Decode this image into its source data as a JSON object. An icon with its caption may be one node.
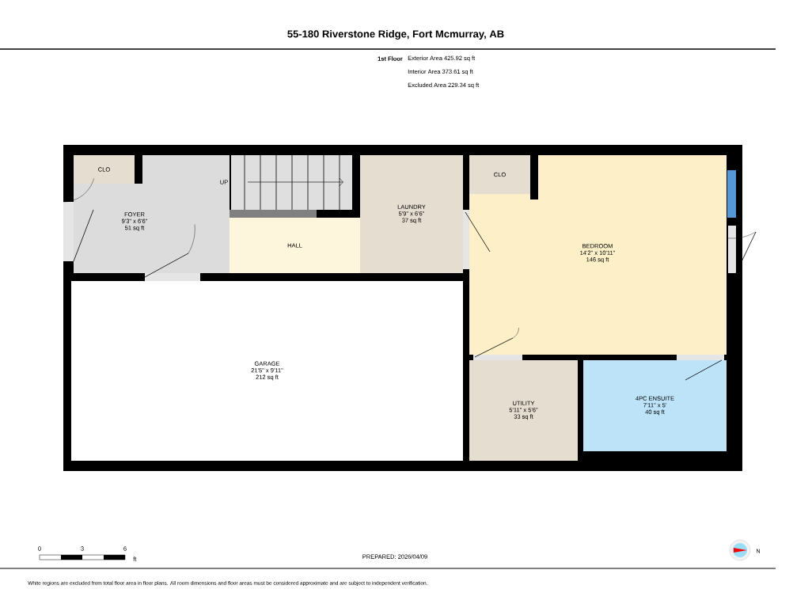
{
  "diagram": {
    "title": "55-180 Riverstone Ridge, Fort Mcmurray, AB",
    "nodes": [
      {
        "text": [
          "CLO"
        ],
        "in": 1
      },
      {
        "text": [
          "FOYER",
          "9'3\" x 6'6\"",
          "51 sq ft"
        ]
      },
      {
        "text": [
          "HALL"
        ]
      },
      {
        "text": [
          "LAUNDRY",
          "5'9\" x 6'6\"",
          "37 sq ft"
        ]
      },
      {
        "text": [
          "CLO"
        ],
        "in": 5
      },
      {
        "text": [
          "BEDROOM",
          "14'2\" x 10'11\"",
          "146 sq ft"
        ]
      },
      {
        "text": [
          "GARAGE",
          "21'5\" x 9'11\"",
          "212 sq ft"
        ]
      },
      {
        "text": [
          "UTILITY",
          "5'11\" x 5'6\"",
          "33 sq ft"
        ]
      },
      {
        "text": [
          "4PC ENSUITE",
          "7'11\" x 5'",
          "40 sq ft"
        ]
      }
    ],
    "labels": [
      "1st Floor",
      "Exterior Area 425.92 sq ft",
      "Interior Area 373.61 sq ft",
      "Excluded Area 229.34 sq ft",
      "UP",
      "0",
      "3",
      "6",
      "ft",
      "PREPARED: 2026/04/09",
      "N",
      "White regions are excluded from total floor area in floor plans. All room dimensions and floor areas must be considered approximate and are subject to independent verification."
    ]
  }
}
